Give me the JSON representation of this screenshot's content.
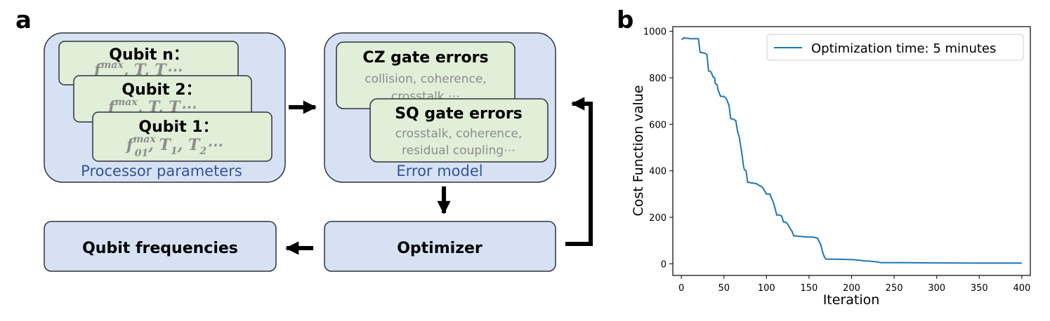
{
  "panel_labels": {
    "a": "a",
    "b": "b"
  },
  "colors": {
    "panel_fill": "#d6e1f3",
    "panel_stroke": "#2d3440",
    "card_fill": "#e1eed8",
    "card_stroke": "#2d3440",
    "caption": "#2f5597",
    "grey_text": "#8c8c8c",
    "line": "#1f77b4"
  },
  "diagram": {
    "processor_caption": "Processor parameters",
    "qubits": [
      {
        "title": "Qubit n：",
        "param_head": "f",
        "sup": "max",
        "tail": ", T",
        "tail2": ", T",
        "tail3": "⋯"
      },
      {
        "title": "Qubit 2：",
        "param_head": "f",
        "sup": "max",
        "tail": ", T",
        "tail2": ", T",
        "tail3": "⋯"
      },
      {
        "title": "Qubit 1：",
        "param_head": "f",
        "sup": "max",
        "sub": "01",
        "t1": "T",
        "t1_sub": "1",
        "t2": "T",
        "t2_sub": "2",
        "dots": "⋯"
      }
    ],
    "error_caption": "Error model",
    "cz": {
      "title": "CZ gate errors",
      "line1": "collision, coherence,",
      "line2": "crosstalk ⋯"
    },
    "sq": {
      "title": "SQ gate errors",
      "line1": "crosstalk, coherence,",
      "line2": "residual coupling⋯"
    },
    "optimizer": "Optimizer",
    "frequencies": "Qubit frequencies"
  },
  "chart_data": {
    "type": "line",
    "xlabel": "Iteration",
    "ylabel": "Cost Function value",
    "xlim": [
      -10,
      410
    ],
    "ylim": [
      -50,
      1020
    ],
    "xticks": [
      0,
      50,
      100,
      150,
      200,
      250,
      300,
      350,
      400
    ],
    "yticks": [
      0,
      200,
      400,
      600,
      800,
      1000
    ],
    "legend_position": "top-right",
    "grid": false,
    "series": [
      {
        "name": "Optimization time: 5 minutes",
        "x": [
          0,
          2,
          3,
          6,
          8,
          10,
          20,
          22,
          28,
          30,
          32,
          35,
          37,
          39,
          40,
          42,
          43,
          44,
          46,
          50,
          53,
          55,
          56,
          58,
          62,
          64,
          66,
          68,
          70,
          72,
          73,
          74,
          76,
          78,
          80,
          82,
          84,
          88,
          90,
          95,
          96,
          100,
          101,
          104,
          105,
          108,
          110,
          112,
          115,
          118,
          120,
          122,
          124,
          125,
          128,
          130,
          132,
          135,
          138,
          140,
          148,
          155,
          160,
          164,
          166,
          168,
          170,
          172,
          180,
          200,
          210,
          215,
          220,
          225,
          230,
          235,
          240,
          260,
          300,
          350,
          400
        ],
        "values": [
          965,
          968,
          972,
          970,
          970,
          968,
          968,
          910,
          905,
          900,
          830,
          825,
          805,
          800,
          775,
          770,
          750,
          740,
          720,
          720,
          710,
          690,
          680,
          625,
          620,
          615,
          570,
          545,
          500,
          450,
          420,
          405,
          400,
          350,
          350,
          348,
          347,
          345,
          340,
          330,
          325,
          300,
          300,
          300,
          290,
          265,
          240,
          210,
          210,
          205,
          180,
          180,
          175,
          170,
          150,
          140,
          120,
          120,
          118,
          118,
          115,
          115,
          110,
          80,
          50,
          30,
          20,
          20,
          20,
          18,
          15,
          12,
          12,
          10,
          8,
          5,
          5,
          5,
          4,
          3,
          3
        ]
      }
    ]
  }
}
